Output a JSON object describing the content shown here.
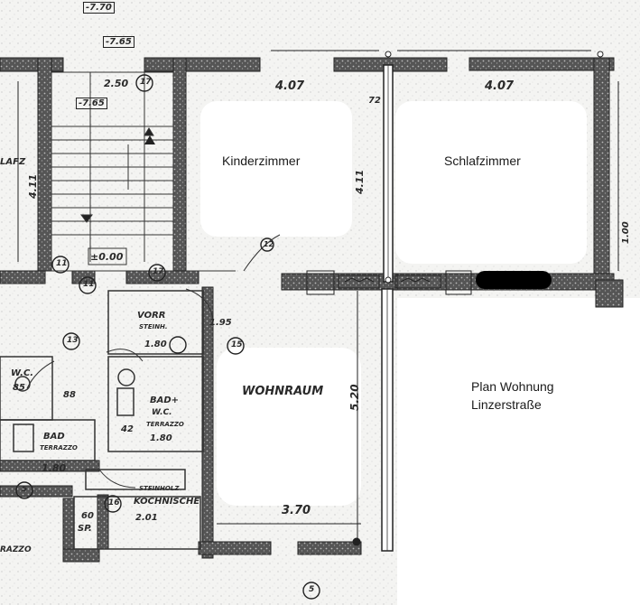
{
  "rooms": {
    "kinderzimmer": "Kinderzimmer",
    "schlafzimmer": "Schlafzimmer",
    "wohnraum": "WOHNRAUM",
    "vorraum": "VORR",
    "vorraum_floor": "STEINH.",
    "bad_wc": "BAD+",
    "bad_wc_2": "W.C.",
    "bad_wc_floor": "TERRAZZO",
    "wc": "W.C.",
    "bad": "BAD",
    "bad_floor": "TERRAZZO",
    "kochnische": "KOCHNISCHE",
    "kochnische_floor": "STEINHOLZ",
    "schrank": "SP.",
    "lafz": "LAFZ",
    "razzo": "RAZZO"
  },
  "title": {
    "line1": "Plan Wohnung",
    "line2": "Linzerstraße"
  },
  "dims": {
    "kinder_w": "4.07",
    "schlaf_w": "4.07",
    "wohn_w": "3.70",
    "wohn_h": "5.20",
    "kinder_h": "4.11",
    "left_h": "4.11",
    "stair_w": "2.50",
    "stair_elev": "-7.65",
    "stair_elev2": "-7.65",
    "top_elev": "-7.70",
    "floor_level": "±0.00",
    "right_h": "1.00",
    "vorr_w": "1.80",
    "vorr_d": "1.95",
    "bad_w": "1.80",
    "wc_w": "85",
    "wc_h": "88",
    "koch_d": "2.01",
    "wall_72": "72",
    "wall_42": "42",
    "bad_h": "1.80",
    "sp_60": "60"
  },
  "markers": [
    "17",
    "11",
    "13",
    "15",
    "16",
    "5",
    "5",
    "12",
    "11",
    "17"
  ]
}
